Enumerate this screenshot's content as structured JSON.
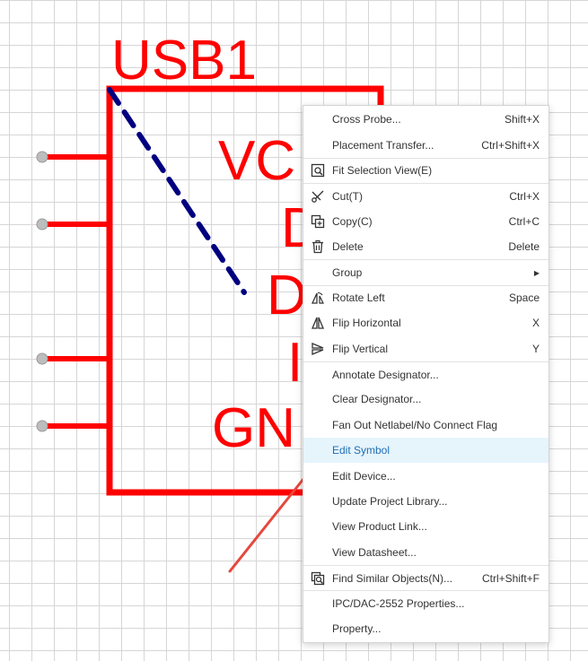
{
  "schematic": {
    "designator": "USB1",
    "pin_labels": [
      "VC",
      "D",
      "D",
      "I",
      "GN"
    ],
    "colors": {
      "body": "#ff0000",
      "wire": "#000080",
      "pin_end": "#a6a6a6",
      "arrow": "#e5483d"
    }
  },
  "context_menu": {
    "items": [
      {
        "label": "Cross Probe...",
        "shortcut": "Shift+X",
        "icon": ""
      },
      {
        "label": "Placement Transfer...",
        "shortcut": "Ctrl+Shift+X",
        "icon": ""
      },
      {
        "label": "Fit Selection View(E)",
        "shortcut": "",
        "icon": "fit-view-icon"
      },
      {
        "label": "Cut(T)",
        "shortcut": "Ctrl+X",
        "icon": "scissors-icon"
      },
      {
        "label": "Copy(C)",
        "shortcut": "Ctrl+C",
        "icon": "copy-icon"
      },
      {
        "label": "Delete",
        "shortcut": "Delete",
        "icon": "trash-icon"
      },
      {
        "label": "Group",
        "shortcut": "",
        "icon": "",
        "submenu": true
      },
      {
        "label": "Rotate Left",
        "shortcut": "Space",
        "icon": "rotate-left-icon"
      },
      {
        "label": "Flip Horizontal",
        "shortcut": "X",
        "icon": "flip-horizontal-icon"
      },
      {
        "label": "Flip Vertical",
        "shortcut": "Y",
        "icon": "flip-vertical-icon"
      },
      {
        "label": "Annotate Designator...",
        "shortcut": "",
        "icon": ""
      },
      {
        "label": "Clear Designator...",
        "shortcut": "",
        "icon": ""
      },
      {
        "label": "Fan Out Netlabel/No Connect Flag",
        "shortcut": "",
        "icon": ""
      },
      {
        "label": "Edit Symbol",
        "shortcut": "",
        "icon": "",
        "highlighted": true
      },
      {
        "label": "Edit Device...",
        "shortcut": "",
        "icon": ""
      },
      {
        "label": "Update Project Library...",
        "shortcut": "",
        "icon": ""
      },
      {
        "label": "View Product Link...",
        "shortcut": "",
        "icon": ""
      },
      {
        "label": "View Datasheet...",
        "shortcut": "",
        "icon": ""
      },
      {
        "label": "Find Similar Objects(N)...",
        "shortcut": "Ctrl+Shift+F",
        "icon": "find-similar-icon"
      },
      {
        "label": "IPC/DAC-2552 Properties...",
        "shortcut": "",
        "icon": ""
      },
      {
        "label": "Property...",
        "shortcut": "",
        "icon": ""
      }
    ]
  }
}
